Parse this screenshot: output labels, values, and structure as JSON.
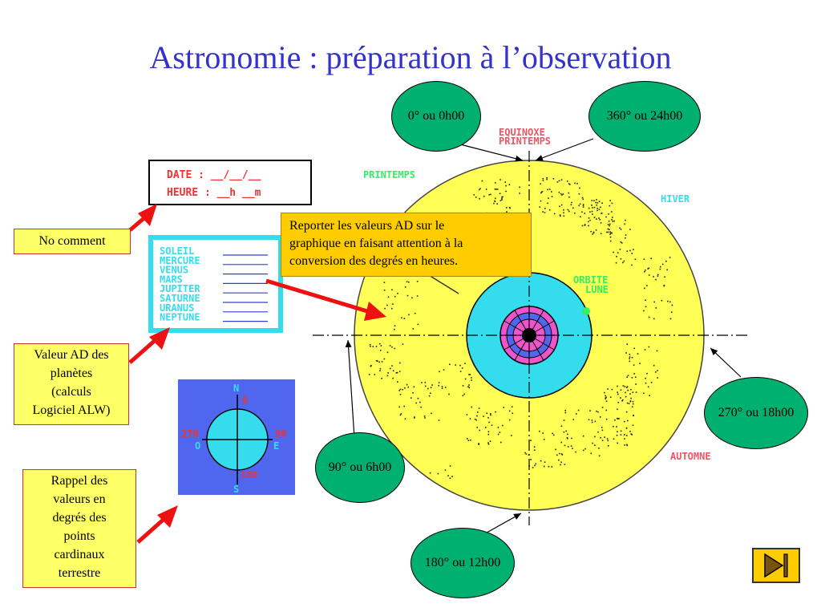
{
  "title": "Astronomie : préparation à l’observation",
  "date_panel": {
    "date": "DATE : __/__/__",
    "heure": "HEURE : __h __m"
  },
  "planets_panel": {
    "items": [
      "SOLEIL",
      "MERCURE",
      "VENUS",
      "MARS",
      "JUPITER",
      "SATURNE",
      "URANUS",
      "NEPTUNE"
    ]
  },
  "compass": {
    "north": "N",
    "north_deg": "0",
    "east": "E",
    "east_deg": "90",
    "south": "S",
    "south_deg": "180",
    "west": "O",
    "west_deg": "270"
  },
  "diagram": {
    "equinoxe": "EQUINOXE",
    "printemps_point": "PRINTEMPS",
    "printemps": "PRINTEMPS",
    "hiver": "HIVER",
    "automne": "AUTOMNE",
    "orbite": "ORBITE",
    "lune": "LUNE"
  },
  "callouts": {
    "no_comment": "No comment",
    "valeur_ad": [
      "Valeur AD des",
      "planètes",
      "(calculs",
      "Logiciel ALW)"
    ],
    "rappel": [
      "Rappel des",
      "valeurs en",
      "degrés des",
      "points",
      "cardinaux",
      "terrestre"
    ],
    "instruction": [
      "Reporter les valeurs AD sur le",
      "graphique en faisant attention à la",
      "conversion des degrés en heures."
    ]
  },
  "ovals": {
    "zero": "0° ou 0h00",
    "threesixty": "360° ou 24h00",
    "ninety": "90° ou 6h00",
    "twoseventy": "270° ou 18h00",
    "oneeighty": "180° ou 12h00"
  },
  "colors": {
    "title": "#3333cc",
    "arrow": "#ee1111",
    "oval": "#00b070",
    "callout": "#ffff66",
    "disc": "#ffff55",
    "orbit": "#33ddee"
  },
  "nav": {
    "icon": "play-next-icon"
  }
}
